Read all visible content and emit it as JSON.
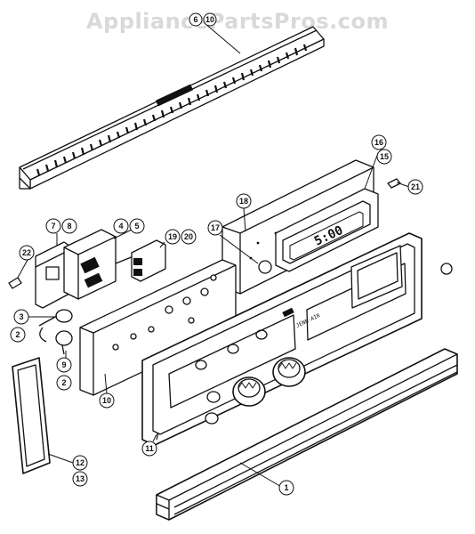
{
  "watermark": "AppliancePartsPros.com",
  "callouts": [
    {
      "id": "c6",
      "label": "6"
    },
    {
      "id": "c10top",
      "label": "10"
    },
    {
      "id": "c16",
      "label": "16"
    },
    {
      "id": "c15",
      "label": "15"
    },
    {
      "id": "c21",
      "label": "21"
    },
    {
      "id": "c18",
      "label": "18"
    },
    {
      "id": "c7",
      "label": "7"
    },
    {
      "id": "c8",
      "label": "8"
    },
    {
      "id": "c4",
      "label": "4"
    },
    {
      "id": "c5",
      "label": "5"
    },
    {
      "id": "c19",
      "label": "19"
    },
    {
      "id": "c20",
      "label": "20"
    },
    {
      "id": "c17",
      "label": "17"
    },
    {
      "id": "c22",
      "label": "22"
    },
    {
      "id": "c3",
      "label": "3"
    },
    {
      "id": "c2a",
      "label": "2"
    },
    {
      "id": "c9",
      "label": "9"
    },
    {
      "id": "c2b",
      "label": "2"
    },
    {
      "id": "c10",
      "label": "10"
    },
    {
      "id": "c11",
      "label": "11"
    },
    {
      "id": "c12",
      "label": "12"
    },
    {
      "id": "c13",
      "label": "13"
    },
    {
      "id": "c1",
      "label": "1"
    }
  ],
  "clock_display": "5:00",
  "brand_label": "JENN-AIR"
}
